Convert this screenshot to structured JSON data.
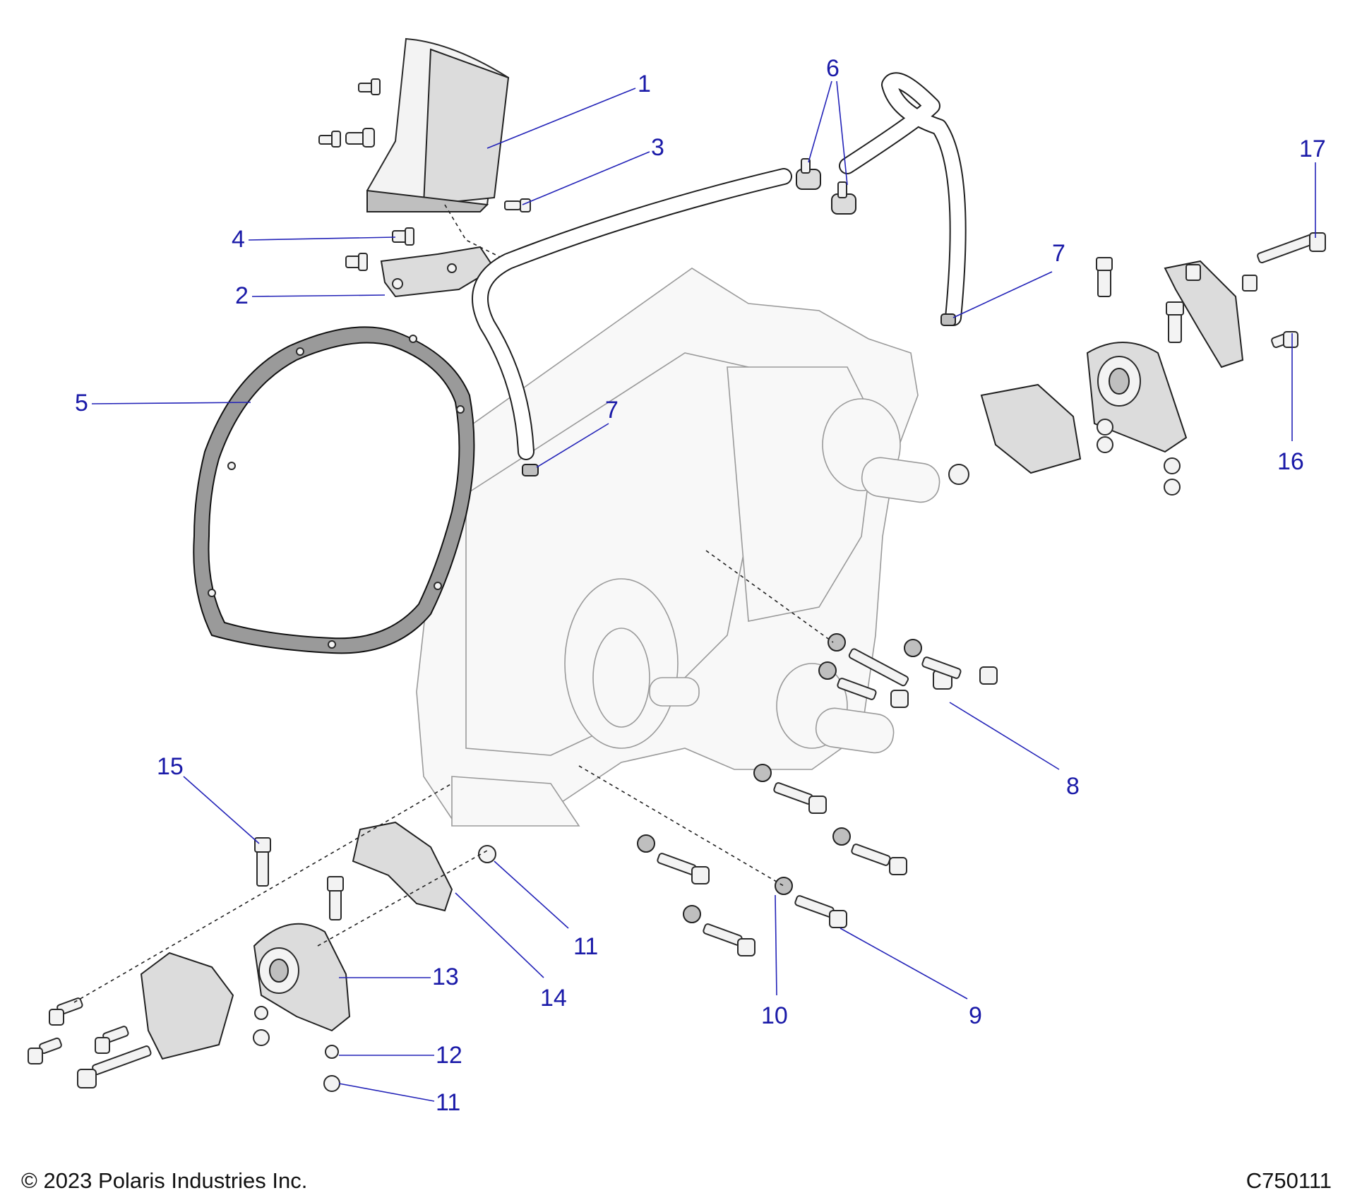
{
  "callouts": {
    "c1": "1",
    "c2": "2",
    "c3": "3",
    "c4": "4",
    "c5": "5",
    "c6": "6",
    "c7a": "7",
    "c7b": "7",
    "c8": "8",
    "c9": "9",
    "c10": "10",
    "c11a": "11",
    "c11b": "11",
    "c12": "12",
    "c13": "13",
    "c14": "14",
    "c15": "15",
    "c16": "16",
    "c17": "17"
  },
  "footer": {
    "copyright": "© 2023 Polaris Industries Inc.",
    "figure_code": "C750111"
  }
}
